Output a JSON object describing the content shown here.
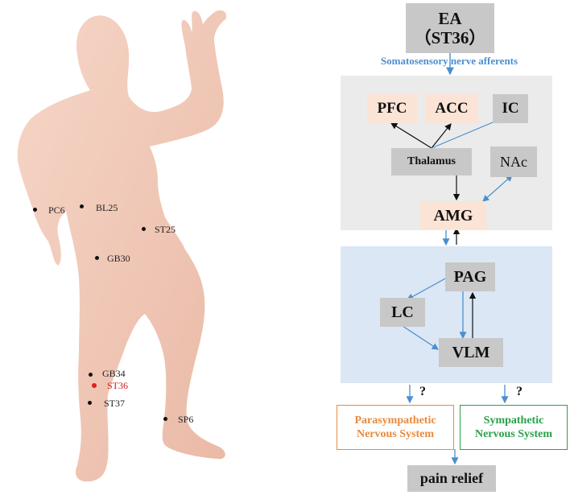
{
  "figure": {
    "ea_box": {
      "line1": "EA",
      "line2": "（ST36）"
    },
    "afferent_label": "Somatosensory nerve afferents",
    "brain": {
      "pfc": "PFC",
      "acc": "ACC",
      "ic": "IC",
      "thalamus": "Thalamus",
      "nac": "NAc",
      "amg": "AMG"
    },
    "brainstem": {
      "pag": "PAG",
      "lc": "LC",
      "vlm": "VLM"
    },
    "question_marks": [
      "?",
      "?"
    ],
    "parasympathetic": {
      "line1": "Parasympathetic",
      "line2": "Nervous System"
    },
    "sympathetic": {
      "line1": "Sympathetic",
      "line2": "Nervous System"
    },
    "outcome": "pain relief"
  },
  "acupoints": {
    "pc6": "PC6",
    "bl25": "BL25",
    "st25": "ST25",
    "gb30": "GB30",
    "gb34": "GB34",
    "st36": "ST36",
    "st37": "ST37",
    "sp6": "SP6"
  },
  "colors": {
    "top_panel": "#ebebeb",
    "bottom_panel": "#dbe7f5",
    "gray_box": "#c8c8c8",
    "pink_box": "#fbe4d6",
    "blue_arrow": "#4a8fd0",
    "parasympathetic": "#e88a3c",
    "sympathetic": "#2aa04a",
    "st36_point": "#e0201f",
    "skin": "#f2c9b8"
  }
}
